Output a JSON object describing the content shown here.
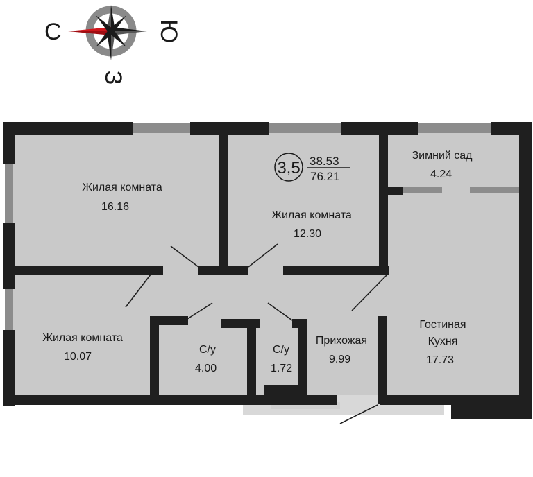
{
  "compass": {
    "west": "С",
    "east": "Ю",
    "south": "З"
  },
  "summary": {
    "rooms": "3,5",
    "living_area": "38.53",
    "total_area": "76.21"
  },
  "rooms": {
    "bedroom1": {
      "name": "Жилая комната",
      "area": "16.16"
    },
    "bedroom2": {
      "name": "Жилая комната",
      "area": "12.30"
    },
    "bedroom3": {
      "name": "Жилая комната",
      "area": "10.07"
    },
    "winter_garden": {
      "name": "Зимний сад",
      "area": "4.24"
    },
    "bathroom1": {
      "name": "С/у",
      "area": "4.00"
    },
    "bathroom2": {
      "name": "С/у",
      "area": "1.72"
    },
    "hallway": {
      "name": "Прихожая",
      "area": "9.99"
    },
    "living_kitchen": {
      "name_line1": "Гостиная",
      "name_line2": "Кухня",
      "area": "17.73"
    }
  },
  "colors": {
    "wall": "#1f1f1f",
    "floor": "#c9c9c9",
    "window": "#8c8c8c",
    "compass_red": "#d0161c",
    "compass_ring": "#8a8a8a"
  }
}
